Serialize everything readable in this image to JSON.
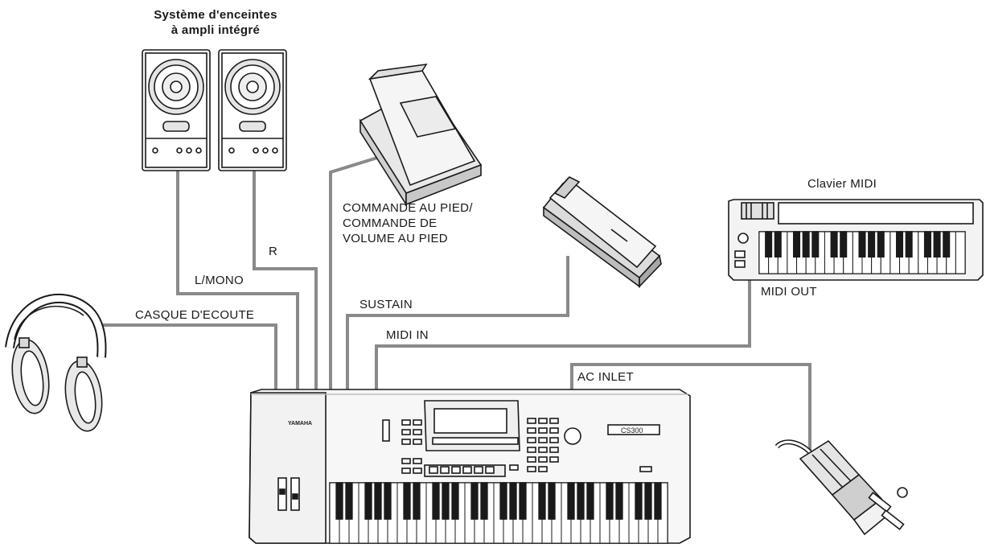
{
  "labels": {
    "speakers_title": "Système d'enceintes\nà ampli intégré",
    "foot_controller": "COMMANDE AU PIED/\nCOMMANDE DE\nVOLUME AU PIED",
    "midi_keyboard": "Clavier MIDI",
    "r": "R",
    "l_mono": "L/MONO",
    "headphones": "CASQUE D'ECOUTE",
    "sustain": "SUSTAIN",
    "midi_in": "MIDI IN",
    "midi_out": "MIDI OUT",
    "ac_inlet": "AC INLET"
  },
  "devices": {
    "main_keyboard": {
      "brand": "YAMAHA",
      "model": "CS300"
    },
    "speakers": [
      "left-speaker",
      "right-speaker"
    ],
    "peripherals": [
      "headphones",
      "foot-controller",
      "sustain-pedal",
      "midi-keyboard",
      "power-plug"
    ]
  },
  "colors": {
    "line": "#1a1a1a",
    "cable": "#8a8a8a",
    "body": "#f7f7f7",
    "shade": "#d8d8d8"
  }
}
